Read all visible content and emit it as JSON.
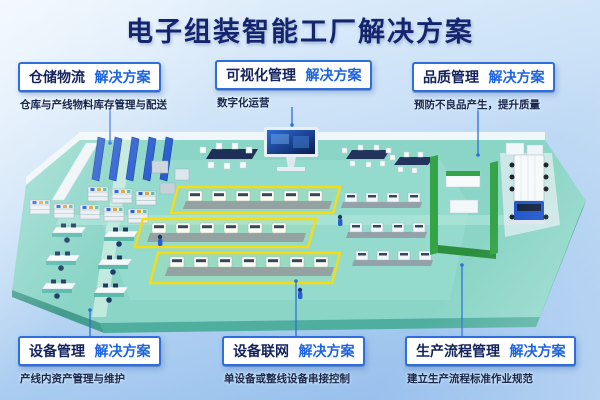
{
  "title": "电子组装智能工厂解决方案",
  "callouts": {
    "top": [
      {
        "name": "仓储物流",
        "suffix": "解决方案",
        "subtitle": "仓库与产线物料库存管理与配送"
      },
      {
        "name": "可视化管理",
        "suffix": "解决方案",
        "subtitle": "数字化运营"
      },
      {
        "name": "品质管理",
        "suffix": "解决方案",
        "subtitle": "预防不良品产生，提升质量"
      }
    ],
    "bottom": [
      {
        "name": "设备管理",
        "suffix": "解决方案",
        "subtitle": "产线内资产管理与维护"
      },
      {
        "name": "设备联网",
        "suffix": "解决方案",
        "subtitle": "单设备或整线设备串接控制"
      },
      {
        "name": "生产流程管理",
        "suffix": "解决方案",
        "subtitle": "建立生产流程标准作业规范"
      }
    ]
  },
  "illustration": {
    "elements": [
      "storage-racks",
      "material-shelves",
      "big-screen",
      "meeting-area",
      "assembly-lines",
      "highlight-frames",
      "smt-lines",
      "office-desks",
      "qc-room",
      "truck"
    ]
  },
  "colors": {
    "title_navy": "#15256d",
    "accent_blue": "#2e6fd9",
    "highlight_yellow": "#f6dd13",
    "platform_teal": "#8bd5c7",
    "green_wall": "#35a449",
    "truck_blue": "#1e56cc",
    "background_top": "#e6f2fc",
    "background_bottom": "#8fbaeb"
  }
}
